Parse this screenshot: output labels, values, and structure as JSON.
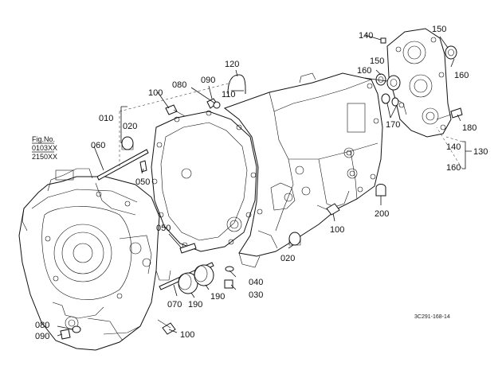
{
  "fig_note": {
    "line1": "Fig.No.",
    "line2": "0103XX",
    "line3": "2150XX"
  },
  "drawing_code": "3C291-168-14",
  "callouts": [
    {
      "id": "c150a",
      "text": "150"
    },
    {
      "id": "c140a",
      "text": "140"
    },
    {
      "id": "c150b",
      "text": "150"
    },
    {
      "id": "c160a",
      "text": "160"
    },
    {
      "id": "c160b",
      "text": "160"
    },
    {
      "id": "c120",
      "text": "120"
    },
    {
      "id": "c090a",
      "text": "090"
    },
    {
      "id": "c080a",
      "text": "080"
    },
    {
      "id": "c110",
      "text": "110"
    },
    {
      "id": "c100a",
      "text": "100"
    },
    {
      "id": "c010",
      "text": "010"
    },
    {
      "id": "c020a",
      "text": "020"
    },
    {
      "id": "c170",
      "text": "170"
    },
    {
      "id": "c180",
      "text": "180"
    },
    {
      "id": "c060",
      "text": "060"
    },
    {
      "id": "c140b",
      "text": "140"
    },
    {
      "id": "c130",
      "text": "130"
    },
    {
      "id": "c160c",
      "text": "160"
    },
    {
      "id": "c050a",
      "text": "050"
    },
    {
      "id": "c200",
      "text": "200"
    },
    {
      "id": "c100b",
      "text": "100"
    },
    {
      "id": "c050b",
      "text": "050"
    },
    {
      "id": "c020b",
      "text": "020"
    },
    {
      "id": "c040",
      "text": "040"
    },
    {
      "id": "c030",
      "text": "030"
    },
    {
      "id": "c070",
      "text": "070"
    },
    {
      "id": "c190a",
      "text": "190"
    },
    {
      "id": "c190b",
      "text": "190"
    },
    {
      "id": "c080b",
      "text": "080"
    },
    {
      "id": "c090b",
      "text": "090"
    },
    {
      "id": "c100c",
      "text": "100"
    }
  ]
}
